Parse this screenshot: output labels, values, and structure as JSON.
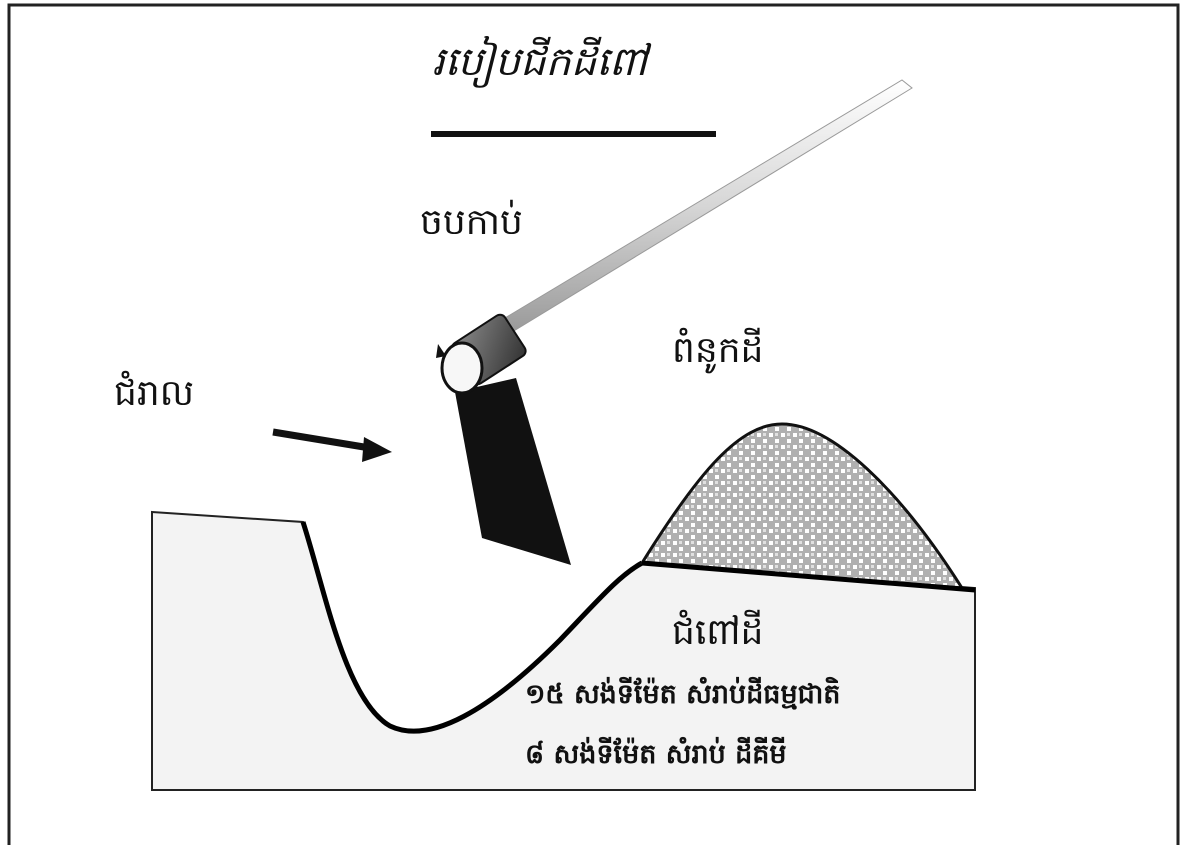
{
  "title": "របៀបជីកដីពៅ",
  "labels": {
    "hoe": "ចបកាប់",
    "soil_mound": "ពំនូកដី",
    "width": "ជំរាល",
    "soil_depth": "ជំពៅដី"
  },
  "depth_notes": [
    "១៥ សង់ទីម៉ែត សំរាប់ដីធម្មជាតិ",
    "៨ សង់ទីម៉ែត សំរាប់ ដីគីមី"
  ],
  "colors": {
    "frame": "#222222",
    "ground_fill": "#f2f2f2",
    "mound_fill": "#b4b4b4",
    "blade": "#111111",
    "handle": "#d8d8d8",
    "ferrule": "#555555"
  },
  "icons": [
    "hoe-icon",
    "arrow-right-icon"
  ]
}
